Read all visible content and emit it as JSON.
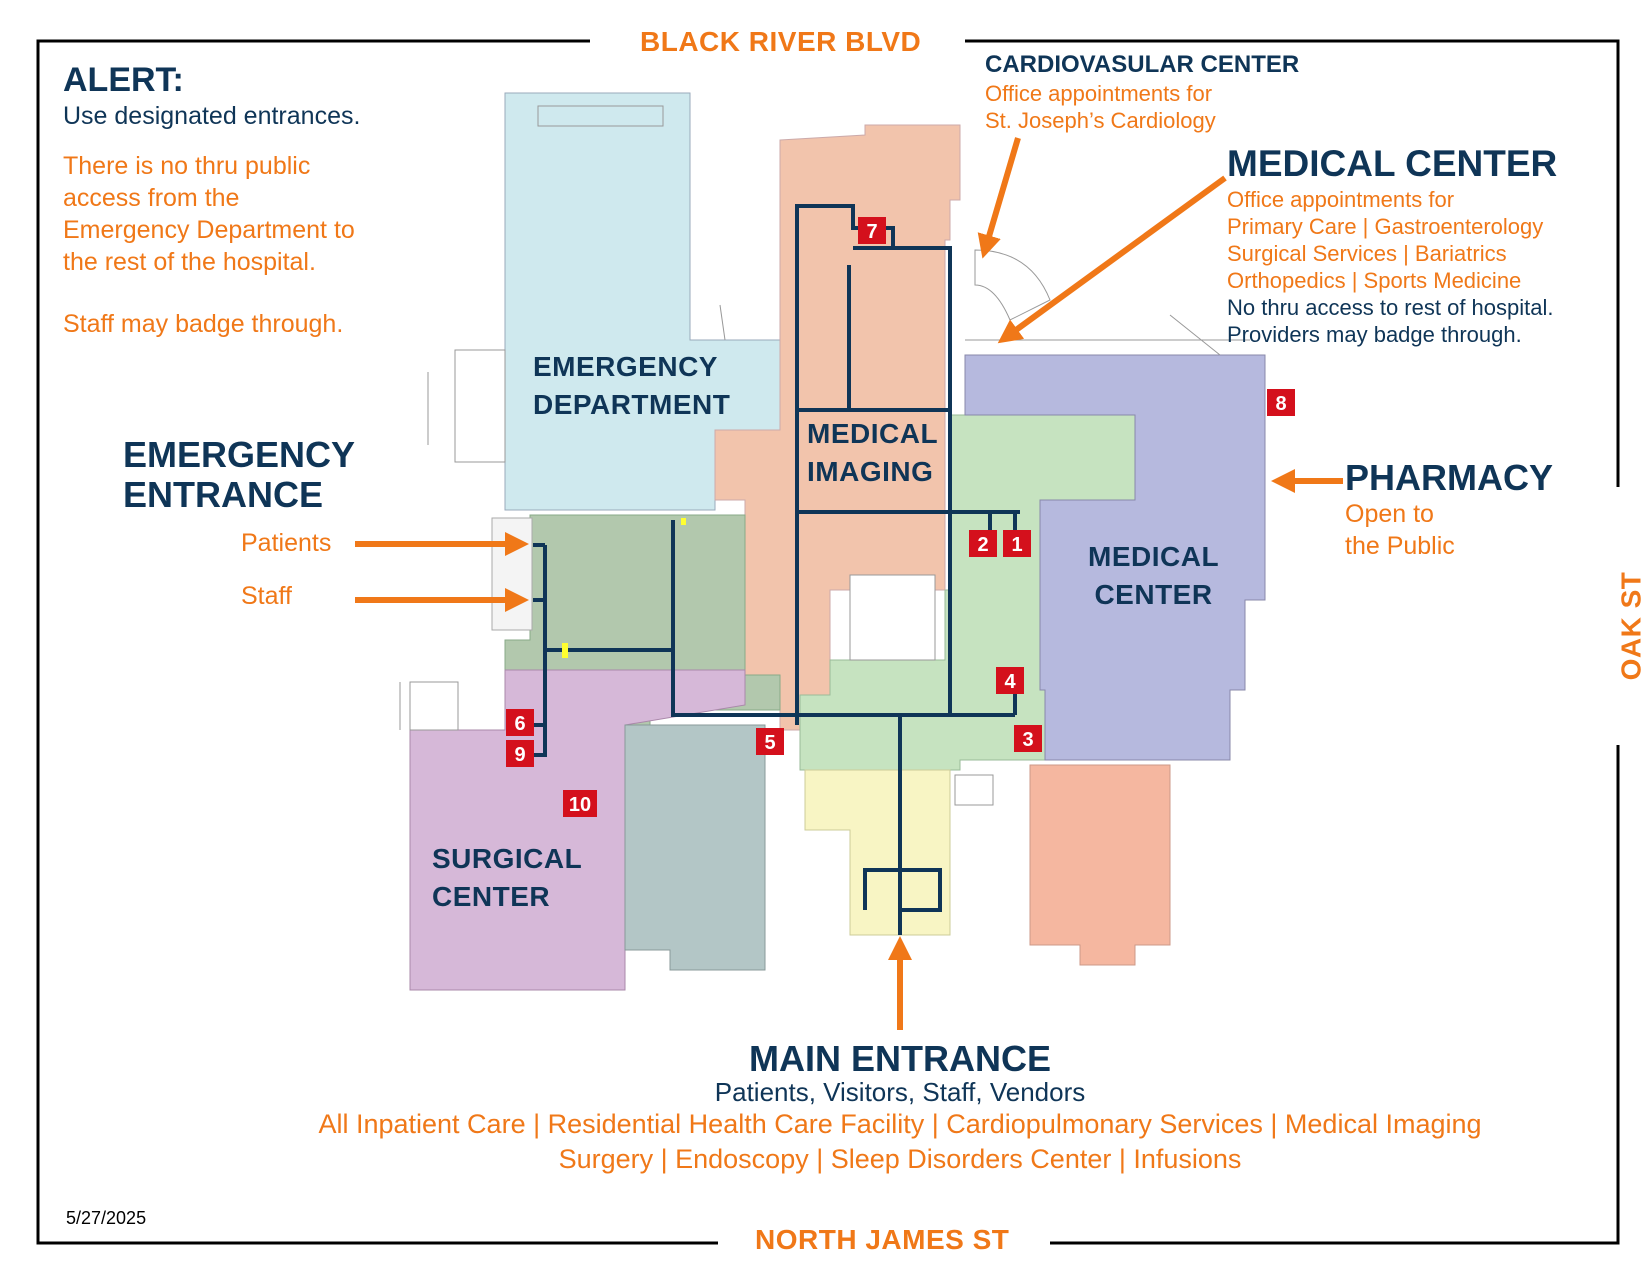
{
  "streets": {
    "north": "BLACK RIVER BLVD",
    "east": "OAK ST",
    "south": "NORTH JAMES ST"
  },
  "alert": {
    "title": "ALERT:",
    "line1": "Use designated entrances.",
    "para": [
      "There is no thru public",
      "access from the",
      "Emergency Department to",
      "the rest of the hospital."
    ],
    "staff": "Staff may badge through."
  },
  "emergency_entrance": {
    "title_line1": "EMERGENCY",
    "title_line2": "ENTRANCE",
    "patients": "Patients",
    "staff": "Staff"
  },
  "cardiovascular": {
    "title": "CARDIOVASULAR CENTER",
    "line1": "Office appointments for",
    "line2": "St. Joseph’s Cardiology"
  },
  "medical_center_callout": {
    "title": "MEDICAL CENTER",
    "orange_lines": [
      "Office appointments for",
      "Primary Care | Gastroenterology",
      "Surgical Services | Bariatrics",
      "Orthopedics | Sports Medicine"
    ],
    "navy_lines": [
      "No thru access to rest of hospital.",
      "Providers may badge through."
    ]
  },
  "pharmacy": {
    "title": "PHARMACY",
    "line1": "Open to",
    "line2": "the Public"
  },
  "zones": {
    "emergency_dept": [
      "EMERGENCY",
      "DEPARTMENT"
    ],
    "medical_imaging": [
      "MEDICAL",
      "IMAGING"
    ],
    "medical_center": [
      "MEDICAL",
      "CENTER"
    ],
    "surgical_center": [
      "SURGICAL",
      "CENTER"
    ]
  },
  "main_entrance": {
    "title": "MAIN ENTRANCE",
    "subtitle": "Patients, Visitors, Staff, Vendors",
    "services_line1": "All Inpatient Care | Residential Health Care Facility | Cardiopulmonary Services | Medical Imaging",
    "services_line2": "Surgery | Endoscopy  | Sleep Disorders Center | Infusions"
  },
  "markers": [
    "1",
    "2",
    "3",
    "4",
    "5",
    "6",
    "7",
    "8",
    "9",
    "10"
  ],
  "date": "5/27/2025",
  "colors": {
    "navy": "#0f3557",
    "orange": "#f07818",
    "emergency": "#cfe9ee",
    "salmon": "#f2c4ac",
    "green": "#c6e3c0",
    "purple": "#b6b9de",
    "surgical": "#d6b8d8",
    "gray_green": "#b2c8ad",
    "slate": "#b3c6c6",
    "yellow": "#f8f5c4",
    "marker_red": "#d4101c"
  }
}
